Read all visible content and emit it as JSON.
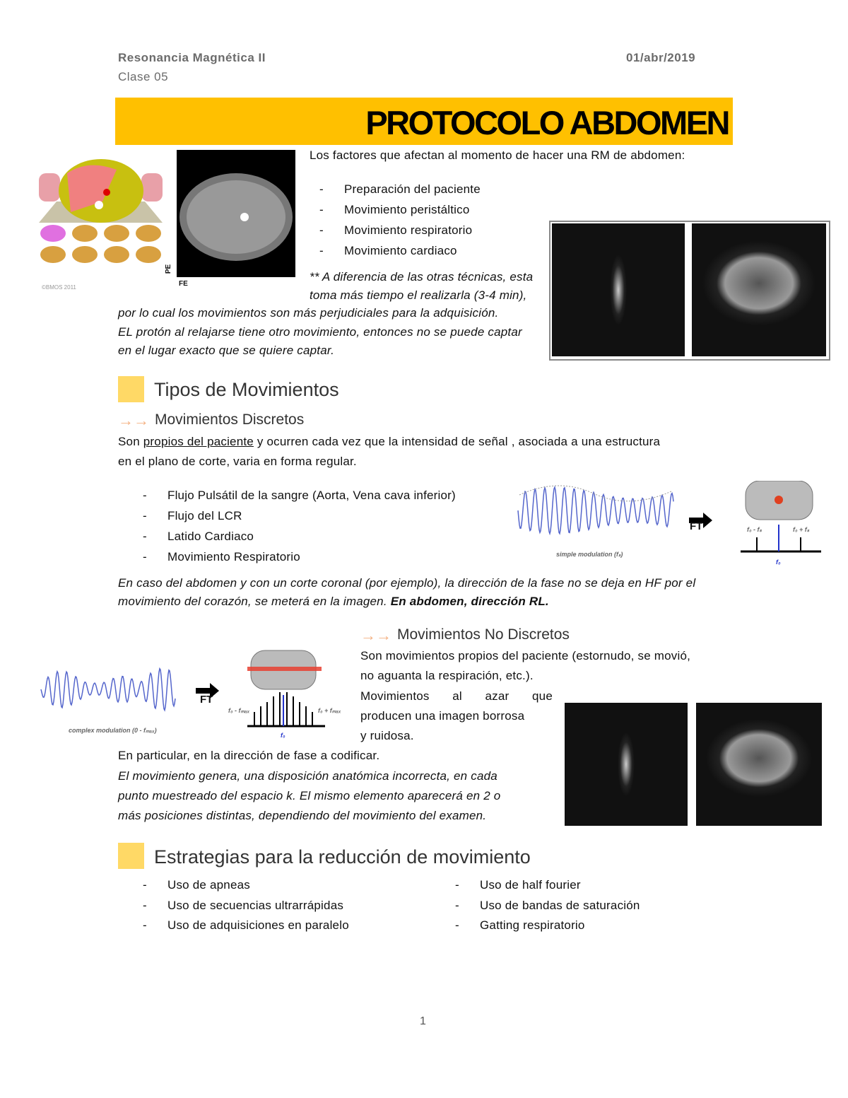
{
  "header": {
    "course": "Resonancia Magnética II",
    "date": "01/abr/2019",
    "class": "Clase 05"
  },
  "title": "PROTOCOLO ABDOMEN",
  "figure1": {
    "copyright": "©BMOS 2011",
    "pe_label": "PE",
    "fe_label": "FE"
  },
  "intro": {
    "lead": "Los factores que afectan al momento de hacer una RM de abdomen:",
    "factors": [
      "Preparación del paciente",
      "Movimiento peristáltico",
      "Movimiento respiratorio",
      "Movimiento cardiaco"
    ],
    "note_lines": [
      "** A diferencia de las otras técnicas, esta",
      "toma más tiempo el realizarla (3-4 min),",
      "por lo cual los movimientos son más perjudiciales para la adquisición.",
      "EL protón al relajarse tiene otro movimiento, entonces no se puede captar",
      "en el lugar exacto que se quiere captar."
    ]
  },
  "section1": {
    "heading": "Tipos de Movimientos",
    "arrows": "→→",
    "discrete": {
      "heading": "Movimientos Discretos",
      "p_pre": "Son ",
      "p_underline": "propios del paciente",
      "p_post": " y ocurren cada vez que la intensidad de señal , asociada a una estructura",
      "p_line2": "en el plano de corte, varia en forma regular.",
      "items": [
        "Flujo Pulsátil de la sangre (Aorta, Vena cava inferior)",
        "Flujo del LCR",
        "Latido Cardiaco",
        "Movimiento Respiratorio"
      ],
      "note_line1": "En caso del abdomen y con un corte coronal (por ejemplo), la dirección de la fase no se deja en HF por el",
      "note_line2_pre": "movimiento del corazón, se meterá en la imagen. ",
      "note_line2_bold": "En abdomen, dirección RL.",
      "diagram": {
        "caption": "simple modulation (fₛ)",
        "ft": "FT",
        "left": "f₀ - fₛ",
        "right": "f₀ + fₛ",
        "center": "f₀"
      }
    },
    "non_discrete": {
      "heading": "Movimientos No Discretos",
      "lines": [
        "Son movimientos propios del paciente (estornudo, se movió,",
        "no aguanta la respiración, etc.)."
      ],
      "random_lines": [
        "Movimientos al azar que",
        "producen una imagen borrosa",
        "y ruidosa."
      ],
      "particular": "En particular, en la dirección de fase a codificar.",
      "italic_lines": [
        "El movimiento genera, una disposición anatómica incorrecta, en cada",
        "punto muestreado del espacio k. El mismo elemento aparecerá en 2 o",
        "más posiciones distintas, dependiendo del movimiento del examen."
      ],
      "diagram": {
        "caption": "complex modulation (0 - fₘₐₓ)",
        "ft": "FT",
        "left": "f₀ - fₘₐₓ",
        "right": "f₀ + fₘₐₓ",
        "center": "f₀"
      }
    }
  },
  "section2": {
    "heading": "Estrategias para la reducción de movimiento",
    "col1": [
      "Uso de apneas",
      "Uso de secuencias ultrarrápidas",
      "Uso de adquisiciones en paralelo"
    ],
    "col2": [
      "Uso de half fourier",
      "Uso de bandas de saturación",
      "Gatting respiratorio"
    ]
  },
  "page_number": "1",
  "colors": {
    "title_bar": "#FFC000",
    "section_square": "#FFD966",
    "arrow": "#F4B183"
  }
}
